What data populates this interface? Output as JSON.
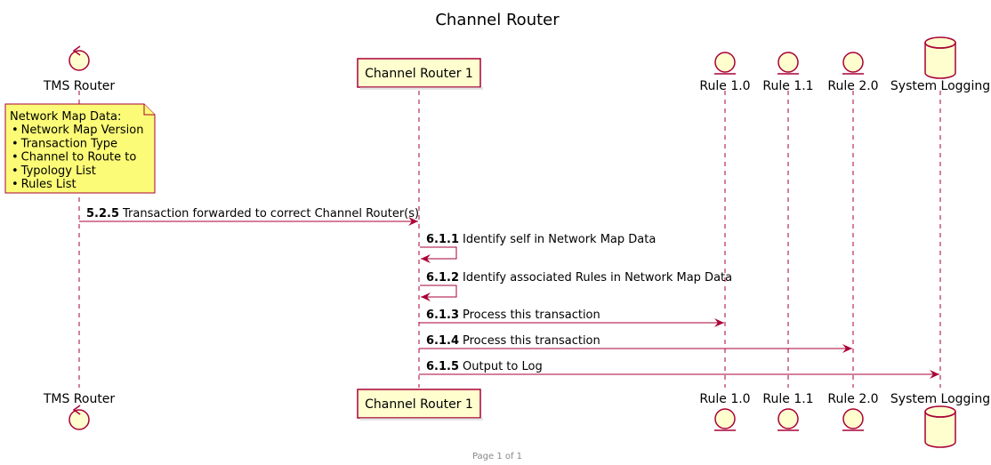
{
  "diagram": {
    "title": "Channel Router",
    "footer": "Page 1 of 1",
    "colors": {
      "line": "#A80036",
      "fill": "#FEFECE",
      "note_fill": "#FBFB77",
      "note_border": "#A80036",
      "lifeline": "#A80036"
    },
    "participants": [
      {
        "id": "tms",
        "label": "TMS Router",
        "kind": "control"
      },
      {
        "id": "cr1",
        "label": "Channel Router 1",
        "kind": "box"
      },
      {
        "id": "r10",
        "label": "Rule 1.0",
        "kind": "entity"
      },
      {
        "id": "r11",
        "label": "Rule 1.1",
        "kind": "entity"
      },
      {
        "id": "r20",
        "label": "Rule 2.0",
        "kind": "entity"
      },
      {
        "id": "log",
        "label": "System Logging",
        "kind": "database"
      }
    ],
    "note": {
      "title": "Network Map Data:",
      "items": [
        "Network Map Version",
        "Transaction Type",
        "Channel to Route to",
        "Typology List",
        "Rules List"
      ]
    },
    "messages": [
      {
        "num": "5.2.5",
        "text": "Transaction forwarded to correct Channel Router(s)",
        "from": "tms",
        "to": "cr1"
      },
      {
        "num": "6.1.1",
        "text": "Identify self in Network Map Data",
        "from": "cr1",
        "to": "cr1"
      },
      {
        "num": "6.1.2",
        "text": "Identify associated Rules in Network Map Data",
        "from": "cr1",
        "to": "cr1"
      },
      {
        "num": "6.1.3",
        "text": "Process this transaction",
        "from": "cr1",
        "to": "r10"
      },
      {
        "num": "6.1.4",
        "text": "Process this transaction",
        "from": "cr1",
        "to": "r20"
      },
      {
        "num": "6.1.5",
        "text": "Output to Log",
        "from": "cr1",
        "to": "log"
      }
    ]
  }
}
